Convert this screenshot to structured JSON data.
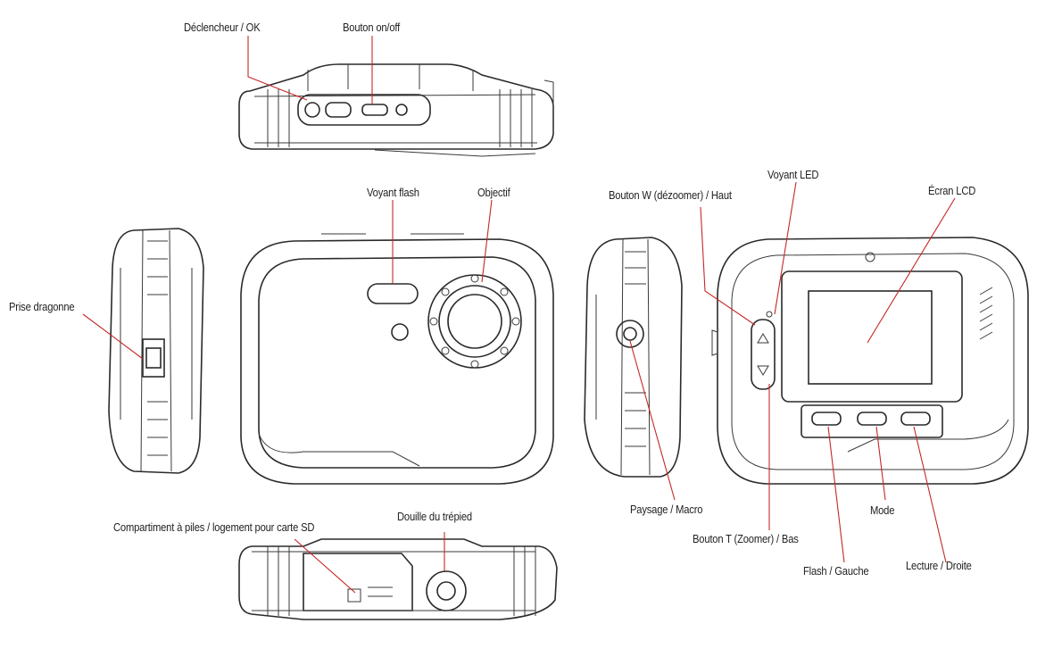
{
  "labels": {
    "shutter_ok": "Déclencheur / OK",
    "on_off": "Bouton on/off",
    "flash_light": "Voyant flash",
    "lens": "Objectif",
    "strap_mount": "Prise dragonne",
    "w_button": "Bouton W (dézoomer) / Haut",
    "led": "Voyant LED",
    "lcd": "Écran LCD",
    "landscape_macro": "Paysage / Macro",
    "t_button": "Bouton T (Zoomer) / Bas",
    "mode": "Mode",
    "flash_left": "Flash / Gauche",
    "play_right": "Lecture / Droite",
    "battery_sd": "Compartiment à piles / logement pour carte SD",
    "tripod": "Douille du trépied"
  },
  "colors": {
    "line": "#2a2a2a",
    "leader": "#c62828",
    "text": "#222222"
  }
}
